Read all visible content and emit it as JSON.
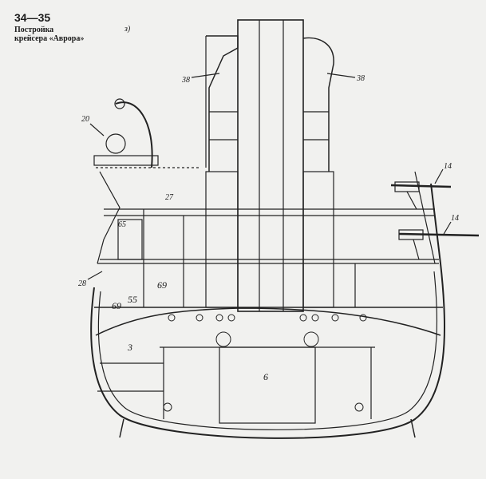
{
  "figure_number": "34—35",
  "caption_line1": "Постройка",
  "caption_line2": "крейсера «Аврора»",
  "subfigure": "з)",
  "callouts": [
    "38",
    "38",
    "20",
    "27",
    "14",
    "14",
    "65",
    "28",
    "69",
    "55",
    "69",
    "3",
    "6"
  ]
}
